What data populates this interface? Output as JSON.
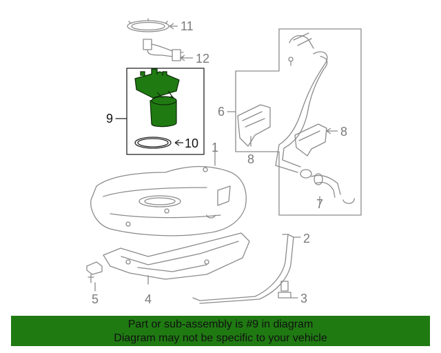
{
  "callouts": {
    "c1": "1",
    "c2": "2",
    "c3": "3",
    "c4": "4",
    "c5": "5",
    "c6": "6",
    "c7": "7",
    "c8a": "8",
    "c8b": "8",
    "c9": "9",
    "c10": "10",
    "c11": "11",
    "c12": "12"
  },
  "banner": {
    "line1": "Part or sub-assembly is #9 in diagram",
    "line2": "Diagram may not be specific to your vehicle"
  },
  "colors": {
    "line_art": "#8a8a8a",
    "highlight": "#1f7a12",
    "banner_bg": "#1f7a12"
  }
}
